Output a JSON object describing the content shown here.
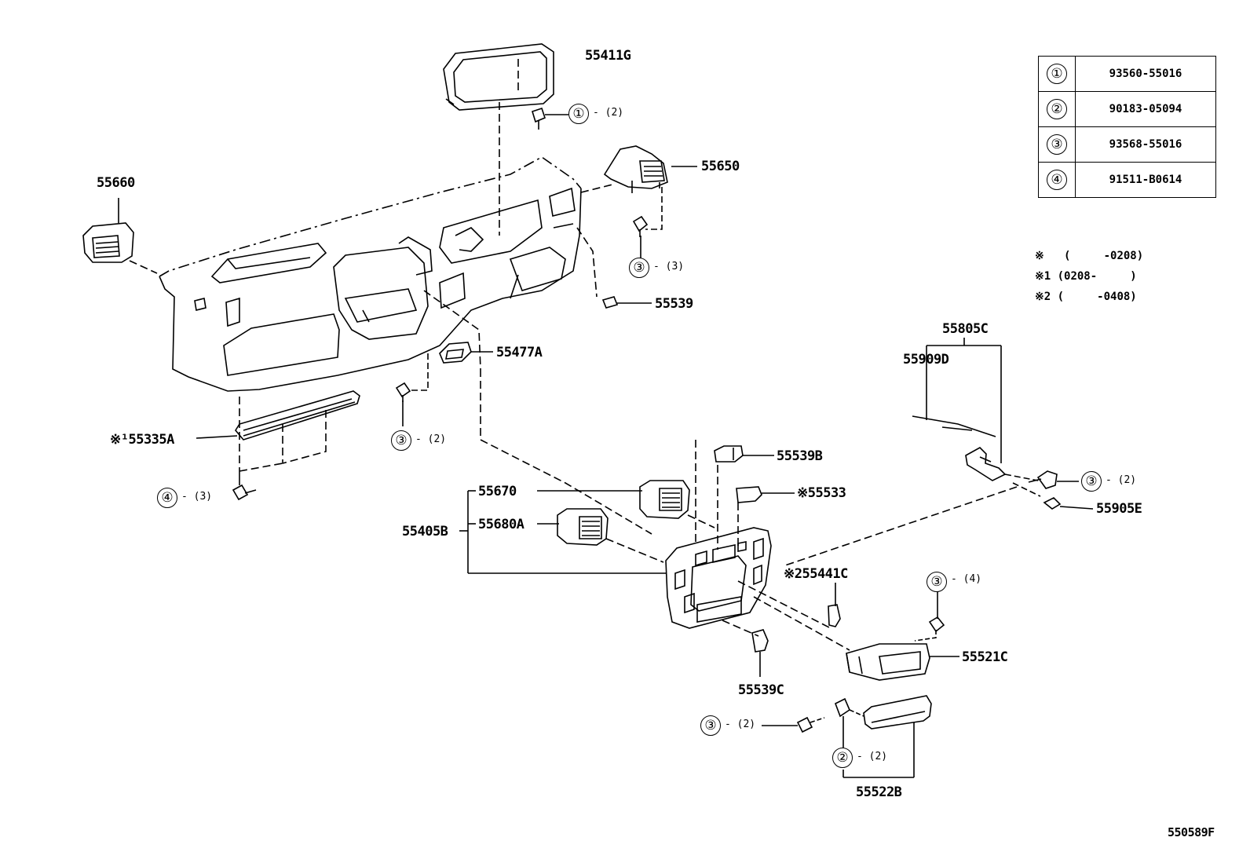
{
  "parts": {
    "p55411G": "55411G",
    "p55650": "55650",
    "p55660": "55660",
    "p55539": "55539",
    "p55477A": "55477A",
    "p55335A": "※¹55335A",
    "p55805C": "55805C",
    "p55909D": "55909D",
    "p55539B": "55539B",
    "p55533": "※55533",
    "p55670": "55670",
    "p55680A": "55680A",
    "p55405B": "55405B",
    "p55441C": "※255441C",
    "p55905E": "55905E",
    "p55521C": "55521C",
    "p55539C": "55539C",
    "p55522B": "55522B",
    "figure_no": "550589F"
  },
  "fasteners": [
    {
      "symbol": "①",
      "qty": "- (2)"
    },
    {
      "symbol": "③",
      "qty": "- (3)"
    },
    {
      "symbol": "③",
      "qty": "- (2)"
    },
    {
      "symbol": "④",
      "qty": "- (3)"
    },
    {
      "symbol": "③",
      "qty": "- (2)"
    },
    {
      "symbol": "③",
      "qty": "- (4)"
    },
    {
      "symbol": "③",
      "qty": "- (2)"
    },
    {
      "symbol": "②",
      "qty": "- (2)"
    }
  ],
  "legend": [
    {
      "symbol": "①",
      "part_no": "93560-55016"
    },
    {
      "symbol": "②",
      "part_no": "90183-05094"
    },
    {
      "symbol": "③",
      "part_no": "93568-55016"
    },
    {
      "symbol": "④",
      "part_no": "91511-B0614"
    }
  ],
  "notes": [
    "※   (     -0208)",
    "※1 (0208-     )",
    "※2 (     -0408)"
  ]
}
